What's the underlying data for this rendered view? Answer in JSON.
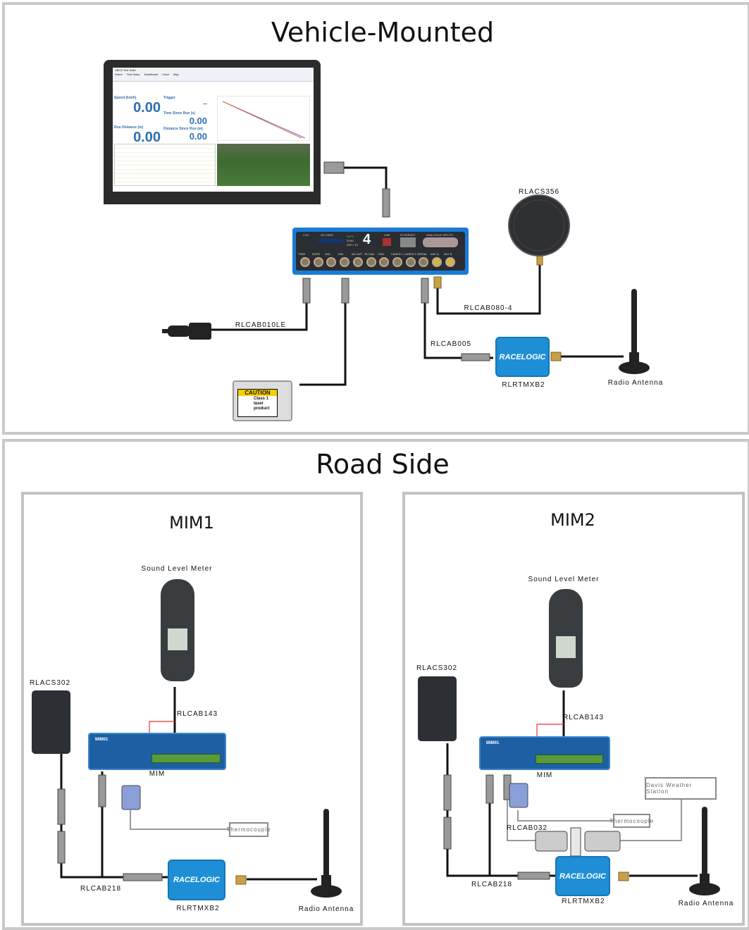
{
  "sections": {
    "vehicle_title": "Vehicle-Mounted",
    "roadside_title": "Road Side"
  },
  "vehicle": {
    "laptop": {
      "window_title": "VBOX Test Suite",
      "tabs": [
        "Home",
        "Test Setup",
        "Dashboard",
        "Chart",
        "Map"
      ],
      "tiles": [
        {
          "label": "Speed (km/h)",
          "value": "0.00"
        },
        {
          "label": "Run Distance (m)",
          "value": "0.00"
        },
        {
          "label": "Trigger",
          "value": "--"
        },
        {
          "label": "Time Since Run (s)",
          "value": "0.00"
        },
        {
          "label": "Distance Since Run (m)",
          "value": "0.00"
        }
      ]
    },
    "vbox": {
      "logo": "4",
      "top_labels": [
        "LOG",
        "SD CARD",
        "SATS",
        "DUAL",
        "WIFI / BT",
        "USB",
        "ETHERNET",
        "ANALOGUE INPUTS"
      ],
      "ports": [
        "PWR",
        "DGPS",
        "IMU",
        "DIN",
        "AD OUT",
        "RLCAN",
        "CAN",
        "CANFD 1",
        "CANFD 2",
        "SERIAL",
        "ANT A",
        "ANT B"
      ]
    },
    "labels": {
      "antenna_gnss": "RLACS356",
      "cab_power": "RLCAB010LE",
      "cab_rf": "RLCAB080-4",
      "cab_radio": "RLCAB005",
      "radio_module": "RLRTMXB2",
      "radio_antenna": "Radio Antenna",
      "radio_brand": "RACELOGIC"
    },
    "laser": {
      "caution": "CAUTION",
      "text": "Class 1 laser product"
    }
  },
  "mim1": {
    "title": "MIM1",
    "slm": "Sound Level Meter",
    "cab_slm": "RLCAB143",
    "mim_label": "MIM",
    "mim_badge": "MIM01",
    "psu": "RLACS302",
    "thermo": "Thermocouple",
    "cab_main": "RLCAB218",
    "radio_brand": "RACELOGIC",
    "radio_module": "RLRTMXB2",
    "antenna": "Radio Antenna"
  },
  "mim2": {
    "title": "MIM2",
    "slm": "Sound Level Meter",
    "cab_slm": "RLCAB143",
    "mim_label": "MIM",
    "mim_badge": "MIM01",
    "psu": "RLACS302",
    "thermo": "Thermocouple",
    "weather": "Davis Weather Station",
    "cab_weather": "RLCAB032",
    "cab_main": "RLCAB218",
    "radio_brand": "RACELOGIC",
    "radio_module": "RLRTMXB2",
    "antenna": "Radio Antenna"
  }
}
